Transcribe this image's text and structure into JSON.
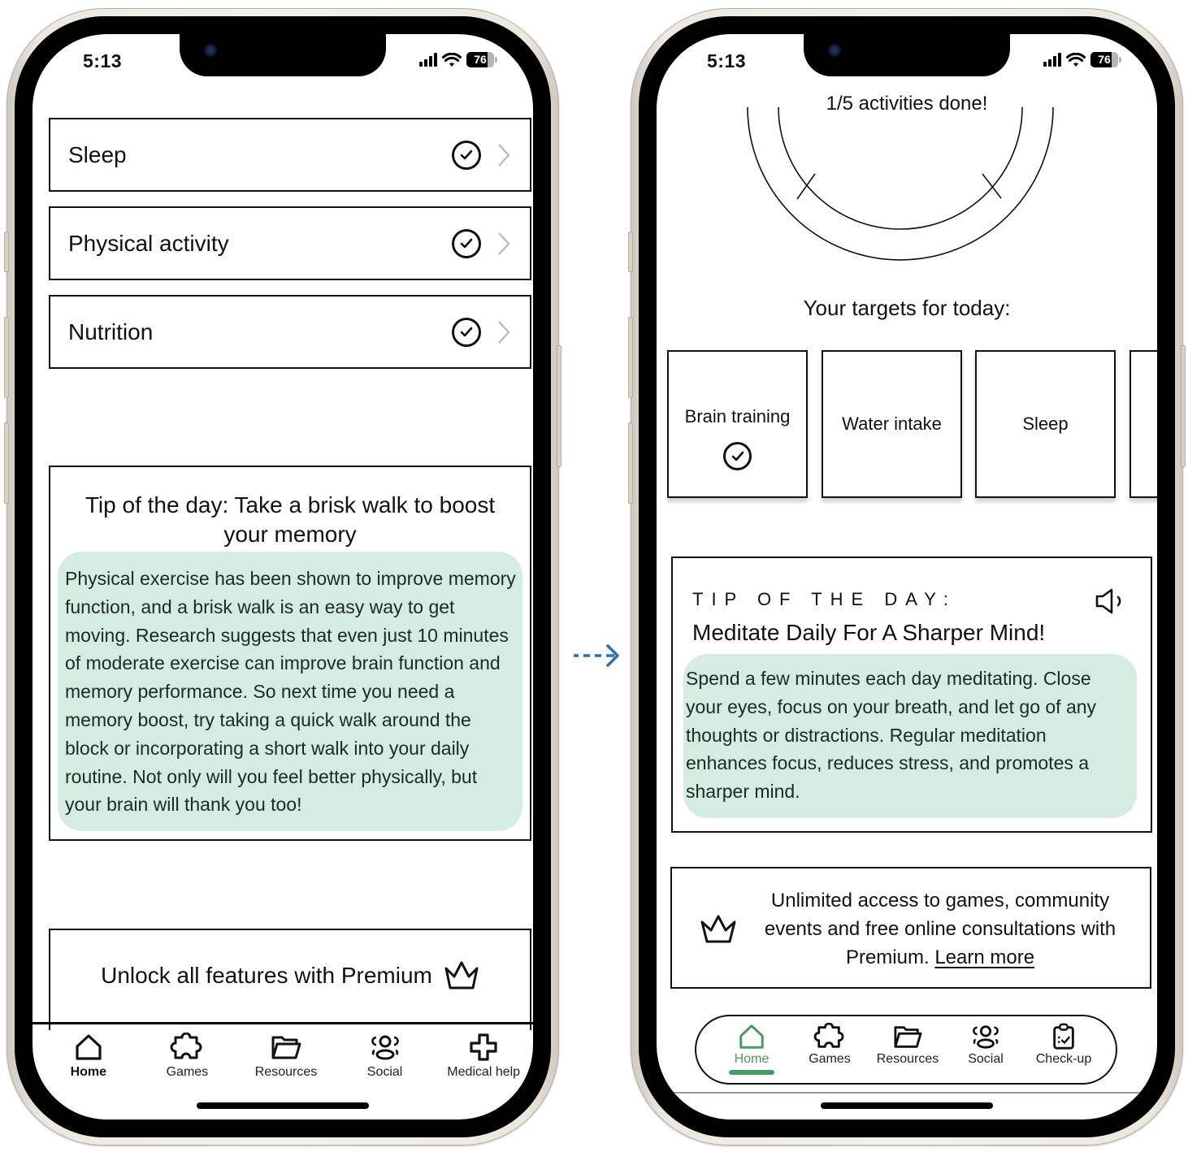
{
  "status_bar": {
    "time": "5:13",
    "battery": "76",
    "signal_icon": "cellular-signal-icon",
    "wifi_icon": "wifi-icon"
  },
  "left_screen": {
    "activity_rows": [
      {
        "label": "Sleep",
        "status_icon": "check-circle-icon",
        "action_icon": "chevron-right-icon"
      },
      {
        "label": "Physical activity",
        "status_icon": "check-circle-icon",
        "action_icon": "chevron-right-icon"
      },
      {
        "label": "Nutrition",
        "status_icon": "check-circle-icon",
        "action_icon": "chevron-right-icon"
      }
    ],
    "tip": {
      "title": "Tip of the day: Take a brisk walk to boost your memory",
      "body": "Physical exercise has been shown to improve memory function, and a brisk walk is an easy way to get moving. Research suggests that even just 10 minutes of moderate exercise can improve brain function and memory performance. So next time you need a memory boost, try taking a quick walk around the block or incorporating a short walk into your daily routine. Not only will you feel better physically, but your brain will thank you too!"
    },
    "premium": {
      "text": "Unlock all features with Premium",
      "icon": "crown-icon"
    },
    "tabs": [
      {
        "label": "Home",
        "icon": "home-icon",
        "active": true
      },
      {
        "label": "Games",
        "icon": "puzzle-icon",
        "active": false
      },
      {
        "label": "Resources",
        "icon": "folder-icon",
        "active": false
      },
      {
        "label": "Social",
        "icon": "people-icon",
        "active": false
      },
      {
        "label": "Medical help",
        "icon": "medical-cross-icon",
        "active": false
      }
    ]
  },
  "right_screen": {
    "progress": {
      "text": "1/5 activities done!",
      "done": 1,
      "total": 5
    },
    "targets_heading": "Your targets for today:",
    "targets": [
      {
        "label": "Brain training",
        "done": true
      },
      {
        "label": "Water intake",
        "done": false
      },
      {
        "label": "Sleep",
        "done": false
      },
      {
        "label": "",
        "done": false
      }
    ],
    "tip": {
      "kicker": "TIP OF THE DAY:",
      "title": "Meditate Daily For A Sharper Mind!",
      "body": "Spend a few minutes each day meditating. Close your eyes, focus on your breath, and let go of any thoughts or distractions. Regular meditation enhances focus, reduces stress, and promotes a sharper mind.",
      "audio_icon": "speaker-icon"
    },
    "premium": {
      "text": "Unlimited access to games, community events and free online consultations with Premium.",
      "link": "Learn more",
      "icon": "crown-icon"
    },
    "tabs": [
      {
        "label": "Home",
        "icon": "home-icon",
        "active": true
      },
      {
        "label": "Games",
        "icon": "puzzle-icon",
        "active": false
      },
      {
        "label": "Resources",
        "icon": "folder-icon",
        "active": false
      },
      {
        "label": "Social",
        "icon": "people-icon",
        "active": false
      },
      {
        "label": "Check-up",
        "icon": "clipboard-check-icon",
        "active": false
      }
    ]
  },
  "colors": {
    "accent_green": "#4c9a63",
    "tip_bubble": "#d5ede1",
    "arrow_blue": "#2f6db5"
  }
}
